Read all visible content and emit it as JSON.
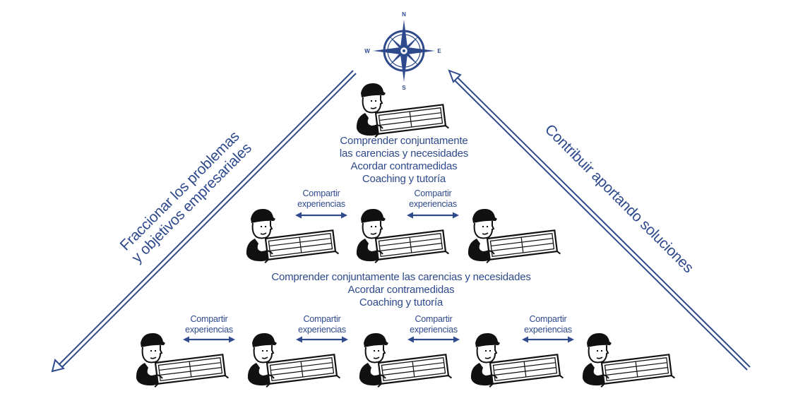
{
  "compass": {
    "north": "N",
    "south": "S",
    "east": "E",
    "west": "W"
  },
  "left_side_label": {
    "line1": "Fraccionar los problemas",
    "line2": "y objetivos empresariales"
  },
  "right_side_label": "Contribuir aportando soluciones",
  "top_tier": {
    "lines": [
      "Comprender conjuntamente",
      "las carencias y necesidades",
      "Acordar contramedidas",
      "Coaching y tutoría"
    ]
  },
  "middle_tier": {
    "lines": [
      "Comprender conjuntamente las carencias y necesidades",
      "Acordar contramedidas",
      "Coaching y tutoría"
    ]
  },
  "share_label": {
    "line1": "Compartir",
    "line2": "experiencias"
  },
  "colors": {
    "accent": "#2e4a8c",
    "ink": "#111111",
    "background": "#ffffff"
  }
}
